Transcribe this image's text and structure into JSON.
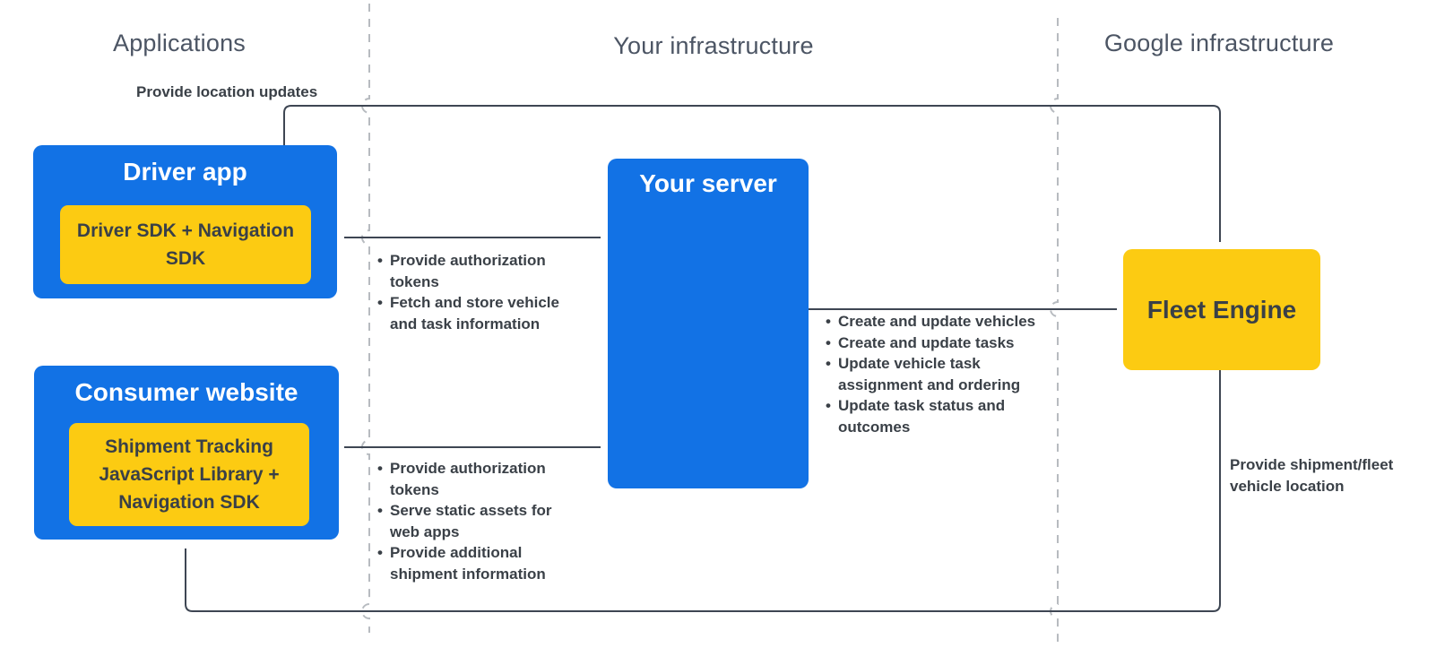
{
  "colors": {
    "blue": "#1272e5",
    "yellow": "#fccb12",
    "line": "#3e4653",
    "dashed": "#b7bbc0",
    "ink": "#3a4047",
    "header": "#4c5564",
    "box_title": "#ffffff"
  },
  "columns": [
    {
      "title": "Applications"
    },
    {
      "title": "Your infrastructure"
    },
    {
      "title": "Google infrastructure"
    }
  ],
  "nodes": {
    "driver_app": {
      "title": "Driver app",
      "inner": "Driver SDK + Navigation SDK"
    },
    "consumer_website": {
      "title": "Consumer website",
      "inner": "Shipment Tracking JavaScript Library + Navigation SDK"
    },
    "your_server": {
      "title": "Your server"
    },
    "fleet_engine": {
      "title": "Fleet Engine"
    }
  },
  "edges": {
    "driver_to_fleet": {
      "label": "Provide location updates"
    },
    "fleet_to_consumer": {
      "label": "Provide shipment/fleet vehicle location"
    },
    "driver_server": {
      "items": [
        "Provide authorization tokens",
        "Fetch and store vehicle and task information"
      ]
    },
    "consumer_server": {
      "items": [
        "Provide authorization tokens",
        "Serve static assets for web apps",
        "Provide additional shipment information"
      ]
    },
    "server_fleet": {
      "items": [
        "Create and update vehicles",
        "Create and update tasks",
        "Update vehicle task assignment and ordering",
        "Update task status and outcomes"
      ]
    }
  }
}
